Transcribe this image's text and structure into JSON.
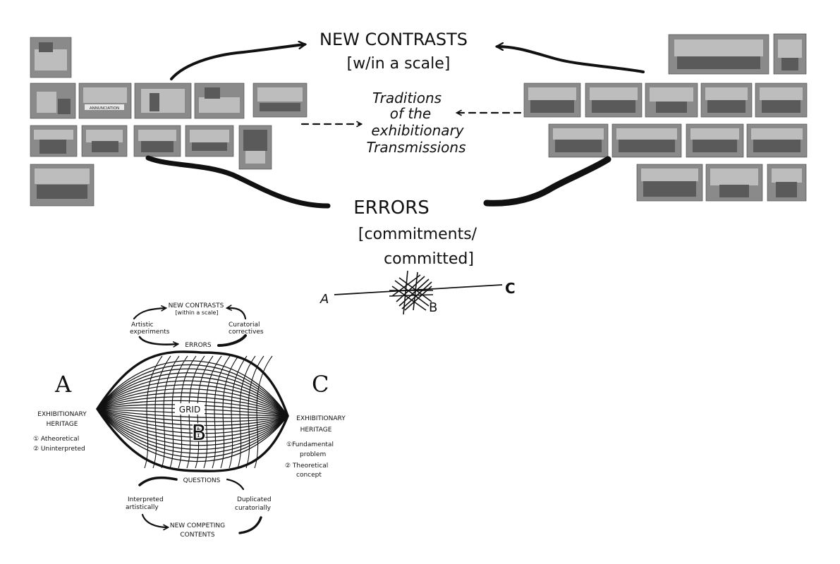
{
  "top": {
    "new_contrasts": "NEW CONTRASTS",
    "scale": "[w/in a scale]",
    "traditions_lines": [
      "Traditions",
      "of the",
      "exhibitionary",
      "Transmissions"
    ],
    "errors": "ERRORS",
    "commitments_1": "[commitments/",
    "commitments_2": "committed]",
    "axis_a": "A",
    "axis_b": "B",
    "axis_c": "C"
  },
  "photos_left": {
    "banner_text": "ANNUNCIATION"
  },
  "bottom": {
    "new_contrasts": "NEW CONTRASTS",
    "within_scale": "[within a scale]",
    "artistic_experiments_1": "Artistic",
    "artistic_experiments_2": "experiments",
    "curatorial_correctives_1": "Curatorial",
    "curatorial_correctives_2": "correctives",
    "errors": "ERRORS",
    "letter_a": "A",
    "letter_c": "C",
    "grid": "GRID",
    "letter_b": "B",
    "left_heritage_1": "EXHIBITIONARY",
    "left_heritage_2": "HERITAGE",
    "left_item_1": "① Atheoretical",
    "left_item_2": "② Uninterpreted",
    "right_heritage_1": "EXHIBITIONARY",
    "right_heritage_2": "HERITAGE",
    "right_item_1a": "①Fundamental",
    "right_item_1b": "problem",
    "right_item_2a": "② Theoretical",
    "right_item_2b": "concept",
    "questions": "QUESTIONS",
    "interpreted_1": "Interpreted",
    "interpreted_2": "artistically",
    "duplicated_1": "Duplicated",
    "duplicated_2": "curatorially",
    "competing_1": "NEW COMPETING",
    "competing_2": "CONTENTS"
  }
}
